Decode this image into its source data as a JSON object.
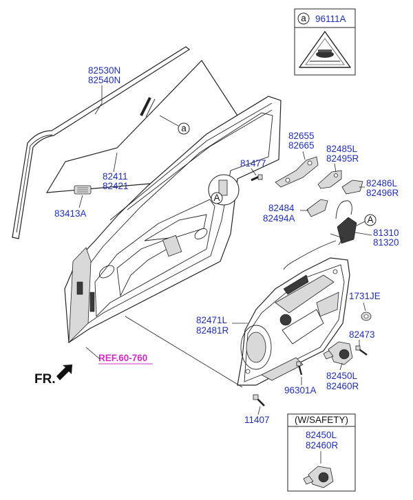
{
  "labels": {
    "badge_part": "96111A",
    "glass_seal": [
      "82530N",
      "82540N"
    ],
    "glass": [
      "82411",
      "82421"
    ],
    "glass_bracket": "83413A",
    "bolt_81477": "81477",
    "hinge_upper": [
      "82655",
      "82665"
    ],
    "hinge_lower": [
      "82485L",
      "82495R"
    ],
    "bracket_r": [
      "82486L",
      "82496R"
    ],
    "bracket_l": [
      "82484",
      "82494A"
    ],
    "latch": [
      "81310",
      "81320"
    ],
    "regulator": [
      "82471L",
      "82481R"
    ],
    "grommet": "1731JE",
    "screw_82473": "82473",
    "motor": [
      "82450L",
      "82460R"
    ],
    "screw_96301": "96301A",
    "bolt_11407": "11407",
    "safety_title": "(W/SAFETY)",
    "safety_motor": [
      "82450L",
      "82460R"
    ],
    "reference": "REF.60-760",
    "front_indicator": "FR."
  },
  "callouts": {
    "a": "a",
    "A": "A"
  },
  "colors": {
    "label_blue": "#1f2fb4",
    "reference_magenta": "#d12ac8",
    "line": "#222222"
  }
}
